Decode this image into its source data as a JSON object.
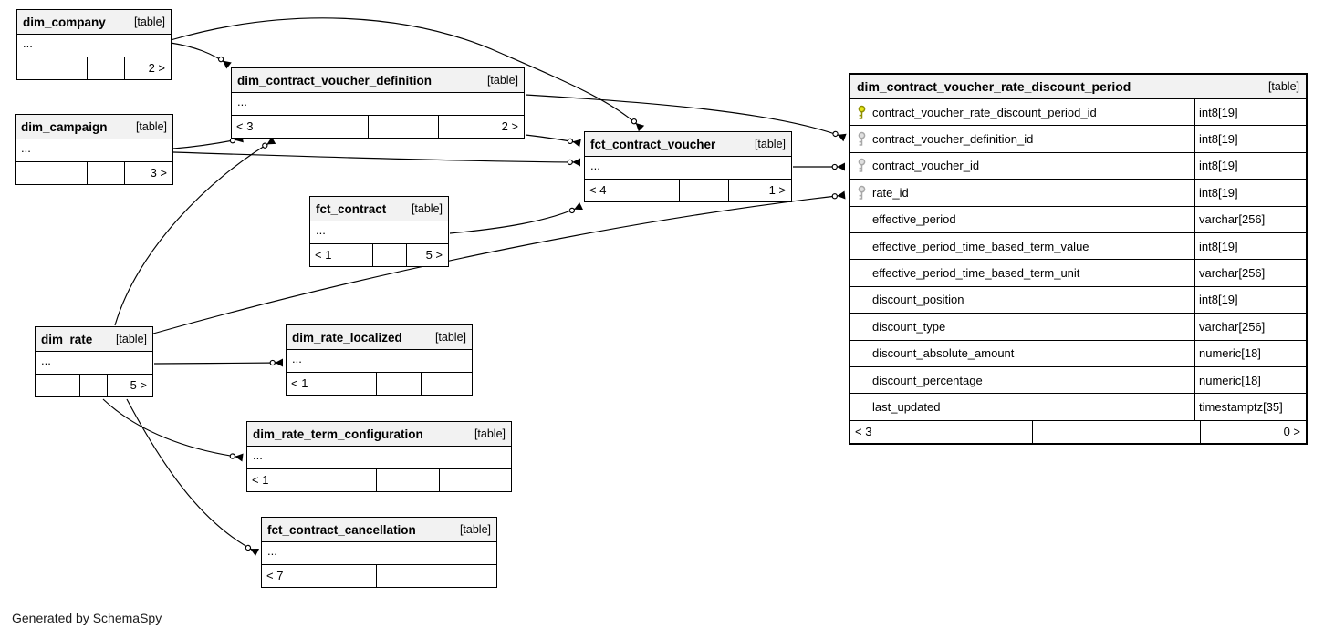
{
  "footer": {
    "credit": "Generated by SchemaSpy"
  },
  "colors": {
    "primary_key_fill": "#e6e617",
    "primary_key_stroke": "#8f8f00",
    "foreign_key_fill": "#e0e0e0",
    "foreign_key_stroke": "#a8a8a8",
    "header_bg": "#f2f2f2",
    "border": "#000000"
  },
  "tables": {
    "dim_company": {
      "name": "dim_company",
      "tag": "[table]",
      "ellipsis": "...",
      "left": "",
      "right": "2 >"
    },
    "dim_campaign": {
      "name": "dim_campaign",
      "tag": "[table]",
      "ellipsis": "...",
      "left": "",
      "right": "3 >"
    },
    "dim_contract_voucher_definition": {
      "name": "dim_contract_voucher_definition",
      "tag": "[table]",
      "ellipsis": "...",
      "left": "< 3",
      "right": "2 >"
    },
    "fct_contract_voucher": {
      "name": "fct_contract_voucher",
      "tag": "[table]",
      "ellipsis": "...",
      "left": "< 4",
      "right": "1 >"
    },
    "fct_contract": {
      "name": "fct_contract",
      "tag": "[table]",
      "ellipsis": "...",
      "left": "< 1",
      "right": "5 >"
    },
    "dim_rate": {
      "name": "dim_rate",
      "tag": "[table]",
      "ellipsis": "...",
      "left": "",
      "right": "5 >"
    },
    "dim_rate_localized": {
      "name": "dim_rate_localized",
      "tag": "[table]",
      "ellipsis": "...",
      "left": "< 1",
      "right": ""
    },
    "dim_rate_term_configuration": {
      "name": "dim_rate_term_configuration",
      "tag": "[table]",
      "ellipsis": "...",
      "left": "< 1",
      "right": ""
    },
    "fct_contract_cancellation": {
      "name": "fct_contract_cancellation",
      "tag": "[table]",
      "ellipsis": "...",
      "left": "< 7",
      "right": ""
    }
  },
  "main_table": {
    "name": "dim_contract_voucher_rate_discount_period",
    "tag": "[table]",
    "left": "< 3",
    "right": "0 >",
    "columns": [
      {
        "name": "contract_voucher_rate_discount_period_id",
        "type": "int8[19]",
        "key": "primary"
      },
      {
        "name": "contract_voucher_definition_id",
        "type": "int8[19]",
        "key": "foreign"
      },
      {
        "name": "contract_voucher_id",
        "type": "int8[19]",
        "key": "foreign"
      },
      {
        "name": "rate_id",
        "type": "int8[19]",
        "key": "foreign"
      },
      {
        "name": "effective_period",
        "type": "varchar[256]",
        "key": ""
      },
      {
        "name": "effective_period_time_based_term_value",
        "type": "int8[19]",
        "key": ""
      },
      {
        "name": "effective_period_time_based_term_unit",
        "type": "varchar[256]",
        "key": ""
      },
      {
        "name": "discount_position",
        "type": "int8[19]",
        "key": ""
      },
      {
        "name": "discount_type",
        "type": "varchar[256]",
        "key": ""
      },
      {
        "name": "discount_absolute_amount",
        "type": "numeric[18]",
        "key": ""
      },
      {
        "name": "discount_percentage",
        "type": "numeric[18]",
        "key": ""
      },
      {
        "name": "last_updated",
        "type": "timestamptz[35]",
        "key": ""
      }
    ]
  },
  "edges": [
    {
      "parent": "dim_company",
      "child": "dim_contract_voucher_definition"
    },
    {
      "parent": "dim_company",
      "child": "fct_contract_voucher"
    },
    {
      "parent": "dim_campaign",
      "child": "dim_contract_voucher_definition"
    },
    {
      "parent": "dim_campaign",
      "child": "fct_contract_voucher"
    },
    {
      "parent": "dim_rate",
      "child": "dim_contract_voucher_definition"
    },
    {
      "parent": "dim_contract_voucher_definition",
      "child": "fct_contract_voucher"
    },
    {
      "parent": "dim_contract_voucher_definition",
      "child": "dim_contract_voucher_rate_discount_period",
      "child_column": "contract_voucher_definition_id"
    },
    {
      "parent": "fct_contract_voucher",
      "child": "dim_contract_voucher_rate_discount_period",
      "child_column": "contract_voucher_id"
    },
    {
      "parent": "dim_rate",
      "child": "dim_contract_voucher_rate_discount_period",
      "child_column": "rate_id"
    },
    {
      "parent": "fct_contract",
      "child": "fct_contract_voucher"
    },
    {
      "parent": "dim_rate",
      "child": "dim_rate_localized"
    },
    {
      "parent": "dim_rate",
      "child": "dim_rate_term_configuration"
    },
    {
      "parent": "dim_rate",
      "child": "fct_contract_cancellation"
    }
  ]
}
